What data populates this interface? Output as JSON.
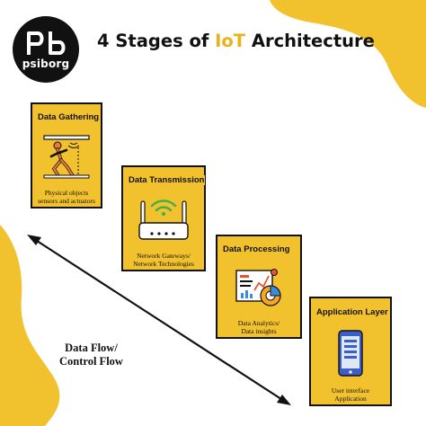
{
  "brand": {
    "logo_text": "psiborg"
  },
  "title": {
    "part1": "4 Stages of ",
    "highlight": "IoT",
    "part2": " Architecture"
  },
  "colors": {
    "accent": "#f2c12e",
    "text": "#111111",
    "background": "#ffffff"
  },
  "stages": [
    {
      "title": "Data Gathering",
      "icon": "person-running-sensor-icon",
      "caption": [
        "Physical objects",
        "sensors and actuators"
      ]
    },
    {
      "title": "Data Transmission",
      "icon": "wifi-router-icon",
      "caption": [
        "Network Gateways/",
        "Network Technologies"
      ]
    },
    {
      "title": "Data Processing",
      "icon": "analytics-dashboard-icon",
      "caption": [
        "Data Analytics/",
        "Data insights"
      ]
    },
    {
      "title": "Application Layer",
      "icon": "smartphone-app-icon",
      "caption": [
        "User interface",
        "Application"
      ]
    }
  ],
  "flow": {
    "line1": "Data Flow/",
    "line2": "Control Flow"
  }
}
